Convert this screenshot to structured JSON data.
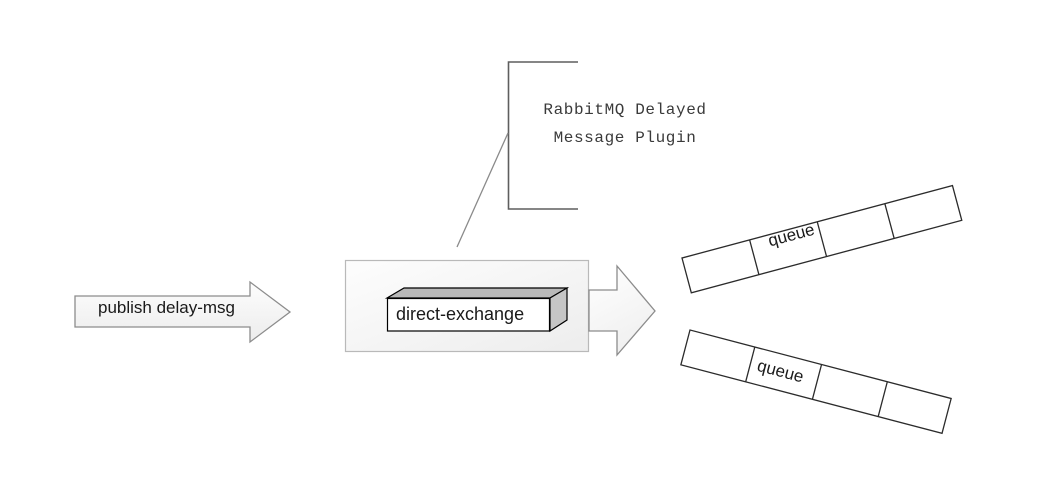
{
  "diagram": {
    "title_callout": {
      "line1": "RabbitMQ Delayed",
      "line2": "Message Plugin"
    },
    "publish_arrow": {
      "label": "publish delay-msg"
    },
    "exchange": {
      "label": "direct-exchange"
    },
    "queues": [
      {
        "label": "queue",
        "position": "top"
      },
      {
        "label": "queue",
        "position": "bottom"
      }
    ],
    "colors": {
      "stroke": "#3f3f3f",
      "callout_stroke": "#5e5e5e",
      "leader_line": "#8a8a8a",
      "arrow_fill_start": "#fbfbfb",
      "arrow_fill_end": "#ededed",
      "arrow_stroke": "#8c8c8c",
      "panel_fill_start": "#fdfdfd",
      "panel_fill_end": "#eeeeee",
      "panel_stroke": "#b9b9b9",
      "box_top_face": "#b9b9b9",
      "box_side_face": "#c6c6c6",
      "box_front_face": "#ffffff",
      "box_stroke": "#000000",
      "queue_fill": "#ffffff",
      "queue_stroke": "#2b2b2b",
      "text": "#1a1a1a",
      "callout_text": "#3a3a3a",
      "background": "#ffffff"
    }
  }
}
